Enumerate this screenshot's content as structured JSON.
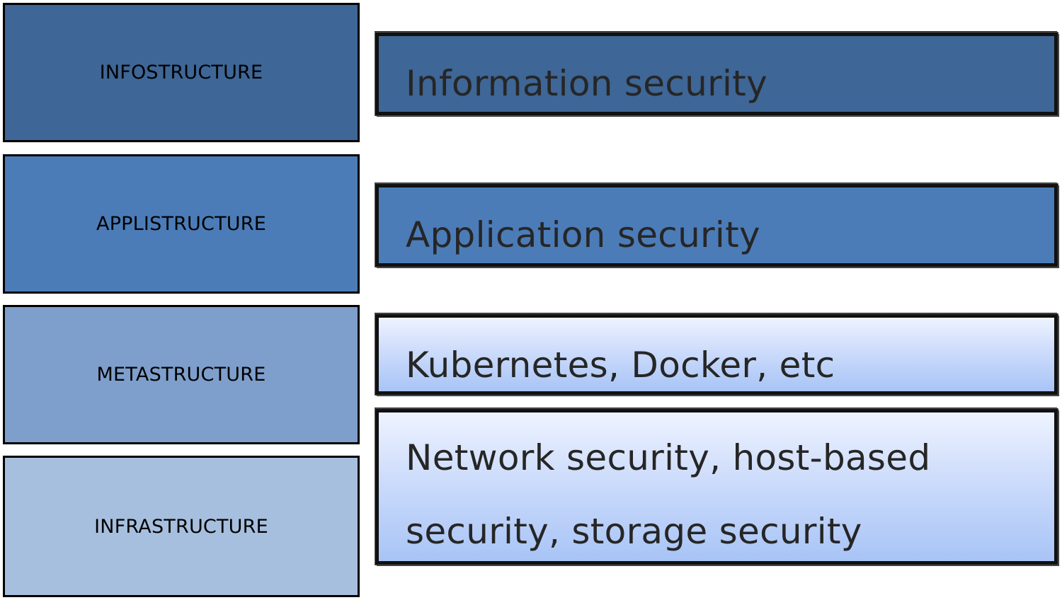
{
  "layers": [
    {
      "label": "INFOSTRUCTURE",
      "description": "Information security",
      "color": "#3e6696"
    },
    {
      "label": "APPLISTRUCTURE",
      "description": "Application security",
      "color": "#4b7cb8"
    },
    {
      "label": "METASTRUCTURE",
      "description": "Kubernetes, Docker, etc",
      "color": "#7e9fcc"
    },
    {
      "label": "INFRASTRUCTURE",
      "description": "Network security, host-based security, storage security",
      "color": "#a7bfde"
    }
  ],
  "desc_colors": {
    "dark": "#3e6696",
    "medium": "#4b7cb8",
    "light_gradient": [
      "#eef3ff",
      "#a8c4f6"
    ]
  }
}
